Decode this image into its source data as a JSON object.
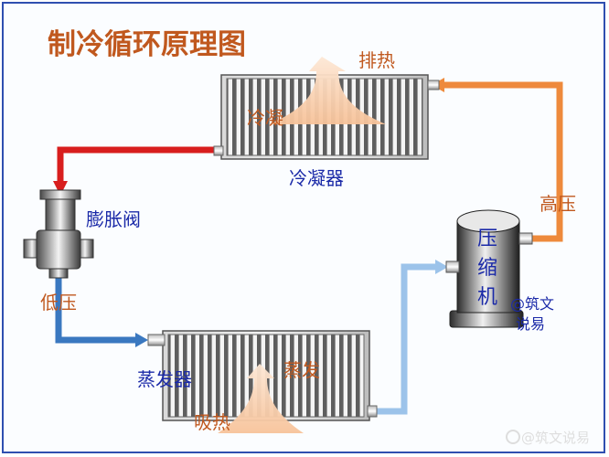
{
  "title": "制冷循环原理图",
  "labels": {
    "condenser": "冷凝器",
    "condensing": "冷凝",
    "heat_release": "排热",
    "expansion_valve": "膨胀阀",
    "low_pressure": "低压",
    "high_pressure": "高压",
    "compressor": [
      "压",
      "缩",
      "机"
    ],
    "evaporator": "蒸发器",
    "evaporating": "蒸发",
    "heat_absorb": "吸热",
    "credit": [
      "@筑文",
      "说易"
    ],
    "watermark": "@筑文说易"
  },
  "colors": {
    "title": "#c0581e",
    "hot_pipe": "#d81e1e",
    "high_pipe": "#ee8a3c",
    "low_pipe": "#3a78c0",
    "suction_pipe": "#9cc3ea",
    "label_blue": "#1b2aa8",
    "label_orange": "#c0581e"
  }
}
